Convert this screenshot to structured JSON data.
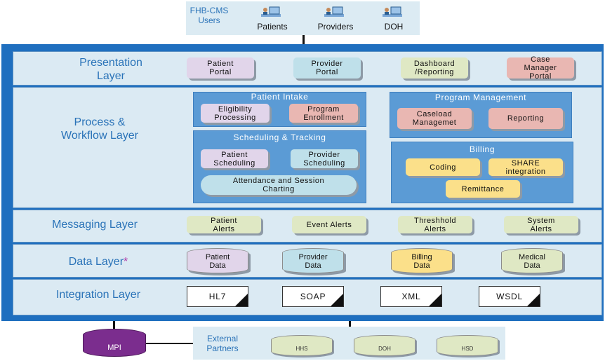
{
  "users": {
    "title_line1": "FHB-CMS",
    "title_line2": "Users",
    "items": [
      {
        "label": "Patients",
        "icon": "user-at-computer-icon"
      },
      {
        "label": "Providers",
        "icon": "user-at-computer-icon"
      },
      {
        "label": "DOH",
        "icon": "user-at-computer-icon"
      }
    ]
  },
  "layers": {
    "presentation": {
      "title_line1": "Presentation",
      "title_line2": "Layer",
      "items": [
        {
          "line1": "Patient",
          "line2": "Portal",
          "line3": ""
        },
        {
          "line1": "Provider",
          "line2": "Portal",
          "line3": ""
        },
        {
          "line1": "Dashboard",
          "line2": "/Reporting",
          "line3": ""
        },
        {
          "line1": "Case",
          "line2": "Manager",
          "line3": "Portal"
        }
      ]
    },
    "process": {
      "title_line1": "Process &",
      "title_line2": "Workflow Layer",
      "patient_intake": {
        "title": "Patient Intake",
        "items": [
          {
            "line1": "Eligibility",
            "line2": "Processing"
          },
          {
            "line1": "Program",
            "line2": "Enrollment"
          }
        ]
      },
      "scheduling": {
        "title": "Scheduling & Tracking",
        "items": [
          {
            "line1": "Patient",
            "line2": "Scheduling"
          },
          {
            "line1": "Provider",
            "line2": "Scheduling"
          }
        ],
        "wide_item": {
          "line1": "Attendance and Session",
          "line2": "Charting"
        }
      },
      "program_management": {
        "title": "Program Management",
        "items": [
          {
            "line1": "Caseload",
            "line2": "Managemet"
          },
          {
            "line1": "Reporting",
            "line2": ""
          }
        ]
      },
      "billing": {
        "title": "Billing",
        "items": [
          {
            "line1": "Coding",
            "line2": ""
          },
          {
            "line1": "SHARE",
            "line2": "integration"
          },
          {
            "line1": "Remittance",
            "line2": ""
          }
        ]
      }
    },
    "messaging": {
      "title": "Messaging Layer",
      "items": [
        {
          "line1": "Patient",
          "line2": "Alerts"
        },
        {
          "line1": "Event Alerts",
          "line2": ""
        },
        {
          "line1": "Threshhold",
          "line2": "Alerts"
        },
        {
          "line1": "System",
          "line2": "Alerts"
        }
      ]
    },
    "data": {
      "title": "Data Layer",
      "asterisk": "*",
      "items": [
        {
          "line1": "Patient",
          "line2": "Data"
        },
        {
          "line1": "Provider",
          "line2": "Data"
        },
        {
          "line1": "Billing",
          "line2": "Data"
        },
        {
          "line1": "Medical",
          "line2": "Data"
        }
      ]
    },
    "integration": {
      "title": "Integration Layer",
      "items": [
        "HL7",
        "SOAP",
        "XML",
        "WSDL"
      ]
    }
  },
  "bottom": {
    "mpi": "MPI",
    "external_line1": "External",
    "external_line2": "Partners",
    "partners": [
      "HHS",
      "DOH",
      "HSD"
    ]
  },
  "colors": {
    "frame": "#1f6fbf",
    "layer_bg": "#dbeaf3",
    "title_blue": "#2a73b8",
    "panel": "#5b9bd5",
    "mpi": "#7b2d8e"
  }
}
